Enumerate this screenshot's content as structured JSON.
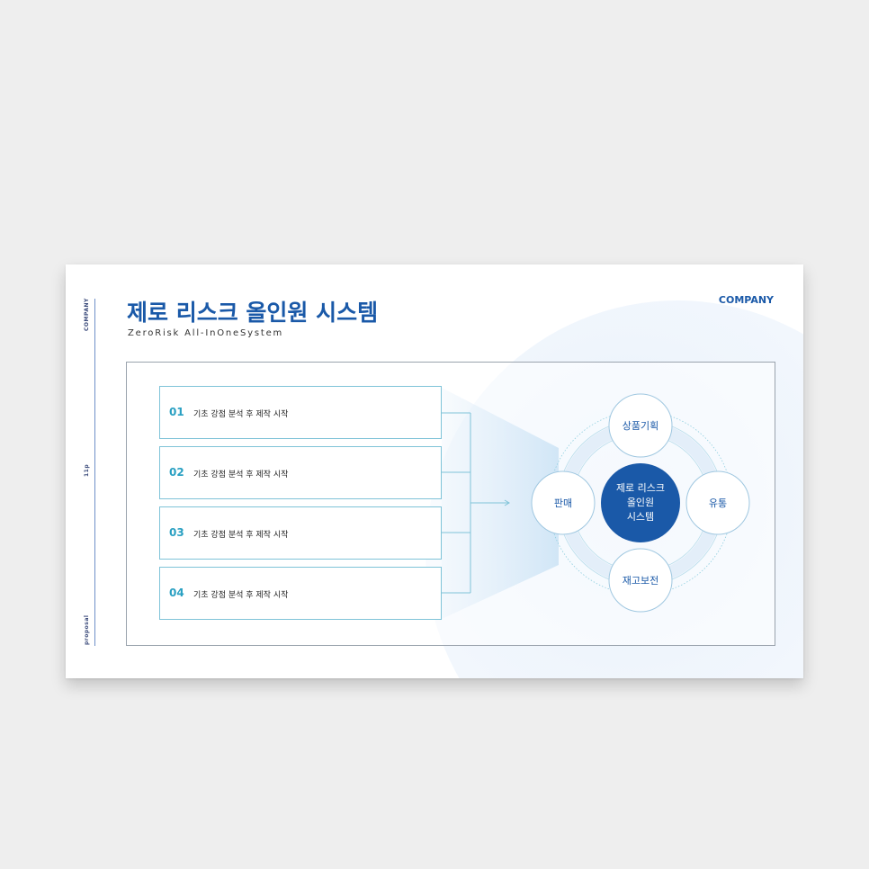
{
  "side": {
    "top": "COMPANY",
    "middle": "11p",
    "bottom": "proposal"
  },
  "header": {
    "company": "COMPANY",
    "title": "제로 리스크 올인원 시스템",
    "subtitle": "ZeroRisk All-InOneSystem"
  },
  "steps": [
    {
      "num": "01",
      "text": "기초 강점 분석 후 제작 시작"
    },
    {
      "num": "02",
      "text": "기초 강점 분석 후 제작 시작"
    },
    {
      "num": "03",
      "text": "기초 강점 분석 후 제작 시작"
    },
    {
      "num": "04",
      "text": "기초 강점 분석 후 제작 시작"
    }
  ],
  "diagram": {
    "center": [
      "제로 리스크",
      "올인원",
      "시스템"
    ],
    "top": "상품기획",
    "left": "판매",
    "right": "유통",
    "bottom": "재고보전"
  },
  "colors": {
    "primary": "#1a59a8",
    "accent": "#2aa0c2",
    "border": "#7fc3d8"
  }
}
